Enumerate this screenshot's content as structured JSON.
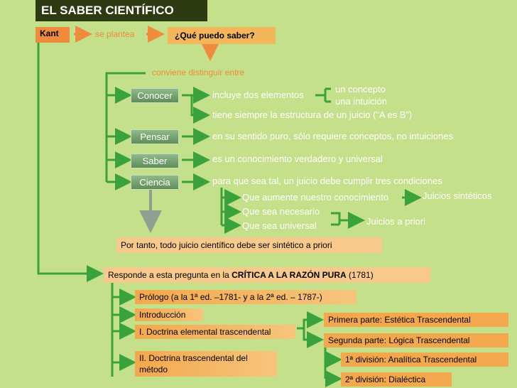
{
  "title": "EL SABER CIENTÍFICO",
  "kant": "Kant",
  "se_plantea": "se plantea",
  "question": "¿Qué puedo saber?",
  "conviene": "conviene distinguir entre",
  "nodes": {
    "conocer": "Conocer",
    "pensar": "Pensar",
    "saber": "Saber",
    "ciencia": "Ciencia"
  },
  "conocer_detail": {
    "incluye": "incluye dos elementos",
    "concepto": "un concepto",
    "intuicion": "una intuición",
    "estructura": "tiene siempre la estructura de un juicio (“A es B”)"
  },
  "pensar_detail": "en su sentido puro, sólo requiere conceptos, no intuiciones",
  "saber_detail": "es un conocimiento verdadero y universal",
  "ciencia_detail": {
    "condiciones": "para que sea tal, un juicio debe cumplir tres condiciones",
    "aumente": "Que aumente nuestro conocimiento",
    "necesario": "Que sea necesario",
    "universal": "Que sea universal",
    "sinteticos": "Juicios sintéticos",
    "a_priori": "Juicios a priori"
  },
  "conclusion": "Por tanto, todo juicio científico debe ser sintético a priori",
  "responde": {
    "prefix": "Responde a esta pregunta en la ",
    "bold": "CRÍTICA A LA RAZÓN PURA",
    "suffix": " (1781)"
  },
  "obra": {
    "prologo": "Prólogo (a la 1ª ed. –1781- y a la 2ª ed. – 1787-)",
    "introduccion": "Introducción",
    "doctrina_elemental": "I. Doctrina elemental trascendental",
    "doctrina_metodo": "II. Doctrina trascendental del método",
    "estetica": "Primera parte: Estética Trascendental",
    "logica": "Segunda parte: Lógica Trascendental",
    "analitica": "1ª división: Analítica Trascendental",
    "dialectica": "2ª división: Dialéctica"
  },
  "colors": {
    "background": "#c5e08a",
    "connector": "#3aa23a",
    "orange": "#f08a3c",
    "title_bg": "#2e3a12"
  }
}
